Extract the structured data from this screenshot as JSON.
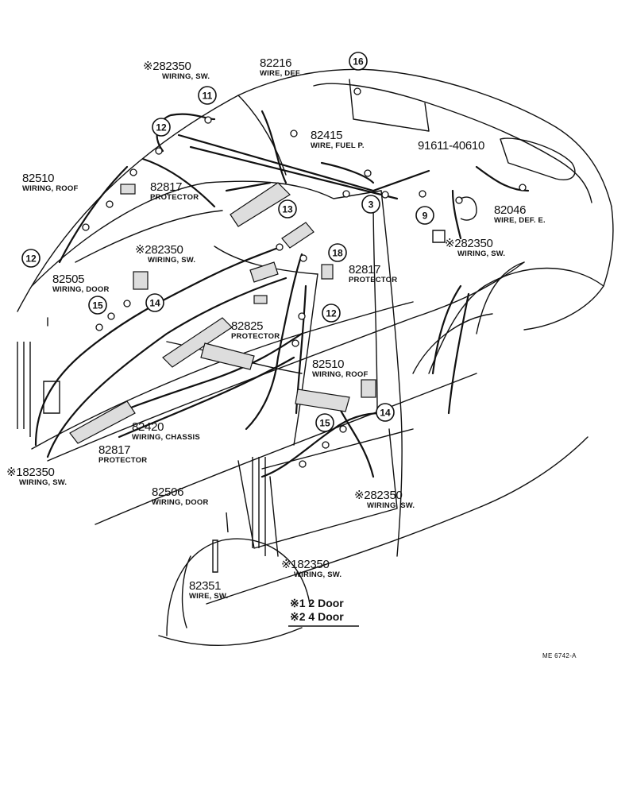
{
  "parts": {
    "p82350_a": {
      "num": "82350",
      "mark": "※2",
      "desc": "WIRING, SW."
    },
    "p82216": {
      "num": "82216",
      "desc": "WIRE, DEF."
    },
    "p82415": {
      "num": "82415",
      "desc": "WIRE, FUEL P."
    },
    "p91611": {
      "num": "91611-40610"
    },
    "p82510_a": {
      "num": "82510",
      "desc": "WIRING, ROOF"
    },
    "p82817_a": {
      "num": "82817",
      "desc": "PROTECTOR"
    },
    "p82046": {
      "num": "82046",
      "desc": "WIRE, DEF. E."
    },
    "p82350_b": {
      "num": "82350",
      "mark": "※2",
      "desc": "WIRING, SW."
    },
    "p82350_c": {
      "num": "82350",
      "mark": "※2",
      "desc": "WIRING, SW."
    },
    "p82505": {
      "num": "82505",
      "desc": "WIRING, DOOR"
    },
    "p82817_b": {
      "num": "82817",
      "desc": "PROTECTOR"
    },
    "p82825": {
      "num": "82825",
      "desc": "PROTECTOR"
    },
    "p82510_b": {
      "num": "82510",
      "desc": "WIRING, ROOF"
    },
    "p82420": {
      "num": "82420",
      "desc": "WIRING, CHASSIS"
    },
    "p82817_c": {
      "num": "82817",
      "desc": "PROTECTOR"
    },
    "p82350_d": {
      "num": "82350",
      "mark": "※1",
      "desc": "WIRING, SW."
    },
    "p82506": {
      "num": "82506",
      "desc": "WIRING, DOOR"
    },
    "p82350_e": {
      "num": "82350",
      "mark": "※2",
      "desc": "WIRING, SW."
    },
    "p82350_f": {
      "num": "82350",
      "mark": "※1",
      "desc": "WIRING, SW."
    },
    "p82351": {
      "num": "82351",
      "desc": "WIRE, SW."
    }
  },
  "callouts": [
    "16",
    "11",
    "12",
    "3",
    "9",
    "13",
    "12",
    "18",
    "15",
    "14",
    "12",
    "15",
    "14"
  ],
  "legend": {
    "line1": "※1 2 Door",
    "line2": "※2 4 Door"
  },
  "ref_code": "ME 6742-A"
}
